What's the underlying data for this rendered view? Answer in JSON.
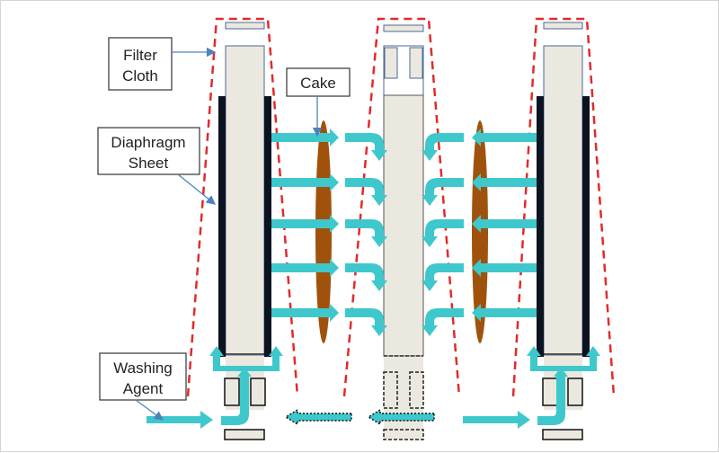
{
  "diagram": {
    "title": "Filter press washing process",
    "labels": {
      "filter_cloth": [
        "Filter",
        "Cloth"
      ],
      "cake": [
        "Cake"
      ],
      "diaphragm_sheet": [
        "Diaphragm",
        "Sheet"
      ],
      "washing_agent": [
        "Washing",
        "Agent"
      ]
    },
    "colors": {
      "flow": "#3ec8cc",
      "cake": "#a0520c",
      "plate_fill": "#ebe8df",
      "diaphragm": "#0b1220",
      "filter_cloth_outline": "#e02b2b",
      "plate_outline": "#4a6a96",
      "label_arrow": "#4f81bd"
    },
    "components": [
      {
        "name": "left-diaphragm-plate",
        "type": "membrane plate"
      },
      {
        "name": "center-filter-plate",
        "type": "chamber plate"
      },
      {
        "name": "right-diaphragm-plate",
        "type": "membrane plate"
      }
    ],
    "flows": {
      "wash_inlet": "Washing agent enters bottom-left and right ports",
      "wash_through_cake": "Horizontal flow across cake into center plate",
      "filtrate_outlet": "Dotted outflow toward the left through center plate"
    }
  }
}
